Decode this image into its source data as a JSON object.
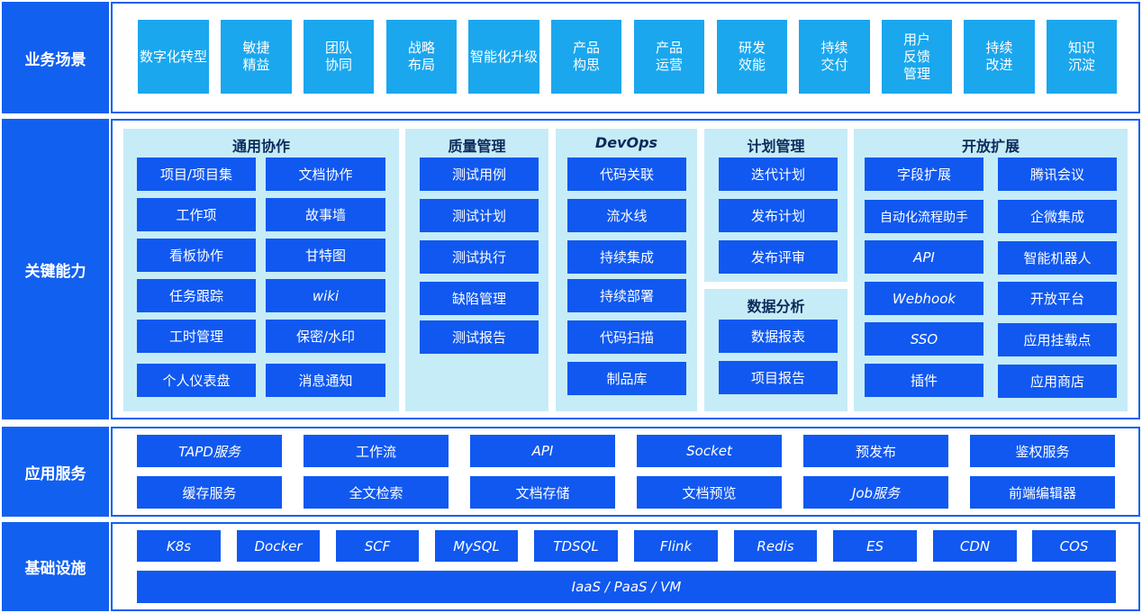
{
  "rows": {
    "scenarios": "业务场景",
    "capabilities": "关键能力",
    "services": "应用服务",
    "infrastructure": "基础设施"
  },
  "scenarios": [
    "数字化转型",
    "敏捷精益",
    "团队协同",
    "战略布局",
    "智能化升级",
    "产品构思",
    "产品运营",
    "研发效能",
    "持续交付",
    "用户反馈管理",
    "持续改进",
    "知识沉淀"
  ],
  "panels": {
    "collab": {
      "title": "通用协作",
      "items": [
        "项目/项目集",
        "文档协作",
        "工作项",
        "故事墙",
        "看板协作",
        "甘特图",
        "任务跟踪",
        "wiki",
        "工时管理",
        "保密/水印",
        "个人仪表盘",
        "消息通知"
      ]
    },
    "quality": {
      "title": "质量管理",
      "items": [
        "测试用例",
        "测试计划",
        "测试执行",
        "缺陷管理",
        "测试报告"
      ]
    },
    "devops": {
      "title": "DevOps",
      "items": [
        "代码关联",
        "流水线",
        "持续集成",
        "持续部署",
        "代码扫描",
        "制品库"
      ]
    },
    "plan": {
      "title": "计划管理",
      "items": [
        "迭代计划",
        "发布计划",
        "发布评审"
      ]
    },
    "analytics": {
      "title": "数据分析",
      "items": [
        "数据报表",
        "项目报告"
      ]
    },
    "open": {
      "title": "开放扩展",
      "items": [
        "字段扩展",
        "腾讯会议",
        "自动化流程助手",
        "企微集成",
        "API",
        "智能机器人",
        "Webhook",
        "开放平台",
        "SSO",
        "应用挂载点",
        "插件",
        "应用商店"
      ]
    }
  },
  "services": [
    "TAPD服务",
    "工作流",
    "API",
    "Socket",
    "预发布",
    "鉴权服务",
    "缓存服务",
    "全文检索",
    "文档存储",
    "文档预览",
    "Job服务",
    "前端编辑器"
  ],
  "infrastructure": {
    "items": [
      "K8s",
      "Docker",
      "SCF",
      "MySQL",
      "TDSQL",
      "Flink",
      "Redis",
      "ES",
      "CDN",
      "COS"
    ],
    "base": "IaaS / PaaS / VM"
  },
  "colors": {
    "primary_blue": "#1260f0",
    "scenario_cyan": "#1aa7ee",
    "panel_bg": "#c6ecf8"
  }
}
